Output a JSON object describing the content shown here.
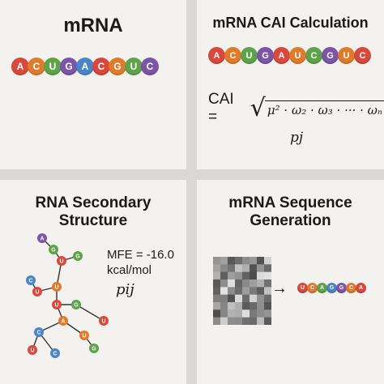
{
  "colors": {
    "A": "#7b55a6",
    "C": "#4a86c7",
    "U": "#e07b2e",
    "G": "#5ea24a",
    "red": "#d7493c"
  },
  "panel1": {
    "title": "mRNA",
    "beads": [
      {
        "l": "A",
        "c": "#d7493c"
      },
      {
        "l": "C",
        "c": "#e07b2e"
      },
      {
        "l": "U",
        "c": "#5ea24a"
      },
      {
        "l": "G",
        "c": "#7b55a6"
      },
      {
        "l": "A",
        "c": "#4a86c7"
      },
      {
        "l": "C",
        "c": "#d7493c"
      },
      {
        "l": "G",
        "c": "#e07b2e"
      },
      {
        "l": "U",
        "c": "#5ea24a"
      },
      {
        "l": "C",
        "c": "#7b55a6"
      }
    ]
  },
  "panel2": {
    "title": "mRNA CAI Calculation",
    "beads": [
      {
        "l": "A",
        "c": "#d7493c"
      },
      {
        "l": "C",
        "c": "#e07b2e"
      },
      {
        "l": "U",
        "c": "#5ea24a"
      },
      {
        "l": "G",
        "c": "#7b55a6"
      },
      {
        "l": "A",
        "c": "#d7493c"
      },
      {
        "l": "U",
        "c": "#e07b2e"
      },
      {
        "l": "C",
        "c": "#5ea24a"
      },
      {
        "l": "G",
        "c": "#7b55a6"
      },
      {
        "l": "U",
        "c": "#e07b2e"
      },
      {
        "l": "C",
        "c": "#d7493c"
      }
    ],
    "formula_lhs": "CAI =",
    "formula_radicand": "μ² · ω₂ · ω₃ · ··· · ωₙ",
    "formula_denominator": "pj"
  },
  "panel3": {
    "title_line1": "RNA Secondary",
    "title_line2": "Structure",
    "mfe_line1": "MFE = -16.0",
    "mfe_line2": "kcal/mol",
    "pij": "pij",
    "nodes": [
      {
        "l": "A",
        "c": "#7b55a6"
      },
      {
        "l": "G",
        "c": "#5ea24a"
      },
      {
        "l": "U",
        "c": "#d7493c"
      },
      {
        "l": "G",
        "c": "#5ea24a"
      },
      {
        "l": "C",
        "c": "#4a86c7"
      },
      {
        "l": "U",
        "c": "#d7493c"
      },
      {
        "l": "U",
        "c": "#e07b2e"
      },
      {
        "l": "U",
        "c": "#d7493c"
      },
      {
        "l": "G",
        "c": "#5ea24a"
      },
      {
        "l": "A",
        "c": "#e07b2e"
      },
      {
        "l": "C",
        "c": "#4a86c7"
      },
      {
        "l": "U",
        "c": "#d7493c"
      },
      {
        "l": "C",
        "c": "#4a86c7"
      },
      {
        "l": "U",
        "c": "#e07b2e"
      },
      {
        "l": "G",
        "c": "#5ea24a"
      },
      {
        "l": "U",
        "c": "#d7493c"
      }
    ]
  },
  "panel4": {
    "title_line1": "mRNA Sequence",
    "title_line2": "Generation",
    "arrow": "→",
    "beads": [
      {
        "l": "U",
        "c": "#d7493c"
      },
      {
        "l": "C",
        "c": "#e07b2e"
      },
      {
        "l": "A",
        "c": "#5ea24a"
      },
      {
        "l": "G",
        "c": "#4a86c7"
      },
      {
        "l": "G",
        "c": "#7b55a6"
      },
      {
        "l": "C",
        "c": "#e07b2e"
      },
      {
        "l": "A",
        "c": "#d7493c"
      }
    ]
  }
}
